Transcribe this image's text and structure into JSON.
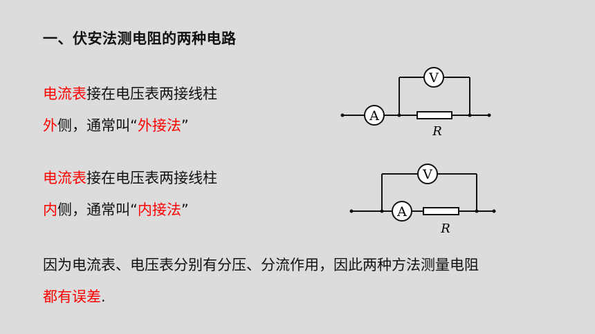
{
  "title": "一、伏安法测电阻的两种电路",
  "block1": {
    "line1_red": "电流表",
    "line1_rest": "接在电压表两接线柱",
    "line2_red_a": "外",
    "line2_mid": "侧，通常叫“",
    "line2_red_b": "外接法",
    "line2_end": "”"
  },
  "block2": {
    "line1_red": "电流表",
    "line1_rest": "接在电压表两接线柱",
    "line2_red_a": "内",
    "line2_mid": "侧，通常叫“",
    "line2_red_b": "内接法",
    "line2_end": "”"
  },
  "conclusion": {
    "line1": "因为电流表、电压表分别有分压、分流作用，因此两种方法测量电阻",
    "line2_red": "都有误差",
    "line2_end": "."
  },
  "circuit1": {
    "voltmeter": "V",
    "ammeter": "A",
    "resistor": "R"
  },
  "circuit2": {
    "voltmeter": "V",
    "ammeter": "A",
    "resistor": "R"
  }
}
